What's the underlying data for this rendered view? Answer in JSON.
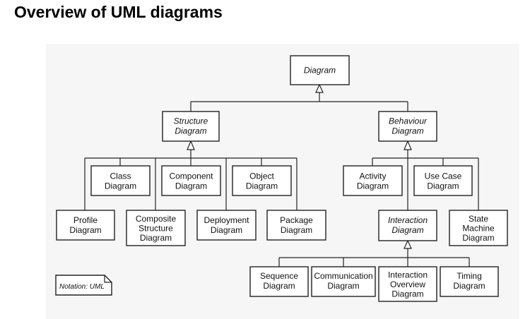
{
  "title": "Overview of UML diagrams",
  "note": "Notation: UML",
  "nodes": {
    "diagram": [
      "Diagram"
    ],
    "structure": [
      "Structure",
      "Diagram"
    ],
    "behaviour": [
      "Behaviour",
      "Diagram"
    ],
    "class": [
      "Class",
      "Diagram"
    ],
    "component": [
      "Component",
      "Diagram"
    ],
    "object": [
      "Object",
      "Diagram"
    ],
    "profile": [
      "Profile",
      "Diagram"
    ],
    "composite": [
      "Composite",
      "Structure",
      "Diagram"
    ],
    "deployment": [
      "Deployment",
      "Diagram"
    ],
    "package": [
      "Package",
      "Diagram"
    ],
    "activity": [
      "Activity",
      "Diagram"
    ],
    "usecase": [
      "Use Case",
      "Diagram"
    ],
    "interaction": [
      "Interaction",
      "Diagram"
    ],
    "statemachine": [
      "State",
      "Machine",
      "Diagram"
    ],
    "sequence": [
      "Sequence",
      "Diagram"
    ],
    "communication": [
      "Communication",
      "Diagram"
    ],
    "interactionoverview": [
      "Interaction",
      "Overview",
      "Diagram"
    ],
    "timing": [
      "Timing",
      "Diagram"
    ]
  }
}
